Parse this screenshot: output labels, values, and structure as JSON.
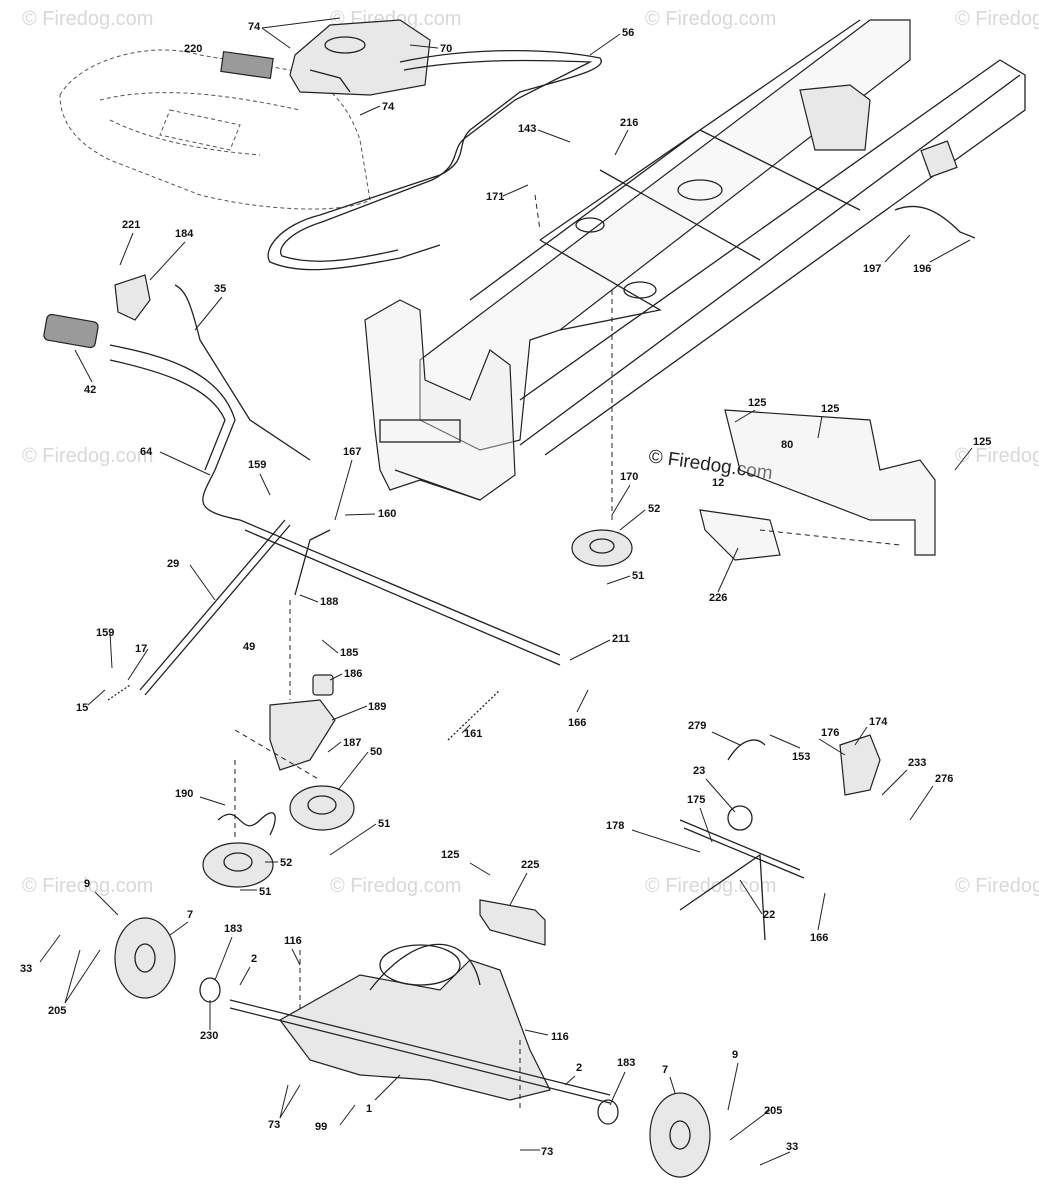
{
  "watermark": {
    "text": "© Firedog.com",
    "copyright": "© Firedog.com"
  },
  "callouts": [
    "74",
    "220",
    "70",
    "56",
    "74",
    "143",
    "216",
    "171",
    "197",
    "196",
    "221",
    "184",
    "35",
    "42",
    "64",
    "167",
    "159",
    "160",
    "170",
    "52",
    "51",
    "125",
    "80",
    "125",
    "125",
    "12",
    "226",
    "29",
    "188",
    "185",
    "186",
    "49",
    "189",
    "159",
    "17",
    "15",
    "211",
    "166",
    "161",
    "187",
    "50",
    "51",
    "190",
    "52",
    "51",
    "279",
    "176",
    "174",
    "153",
    "23",
    "233",
    "276",
    "175",
    "178",
    "22",
    "166",
    "125",
    "225",
    "9",
    "7",
    "183",
    "116",
    "2",
    "33",
    "205",
    "230",
    "116",
    "2",
    "183",
    "9",
    "7",
    "205",
    "33",
    "73",
    "99",
    "1",
    "73"
  ]
}
